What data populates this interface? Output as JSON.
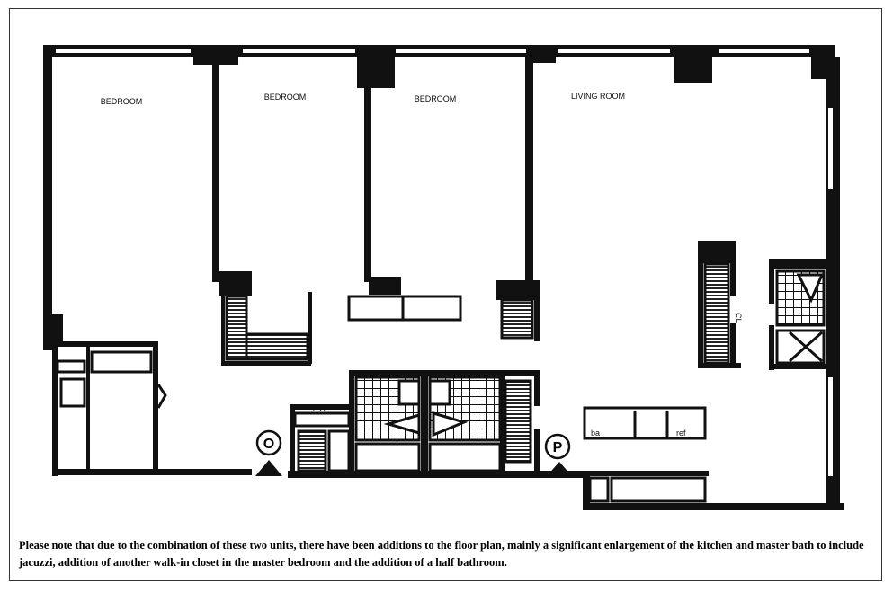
{
  "rooms": [
    {
      "label": "BEDROOM"
    },
    {
      "label": "BEDROOM"
    },
    {
      "label": "BEDROOM"
    },
    {
      "label": "LIVING ROOM"
    }
  ],
  "fixtures": {
    "linen_closet": "L.C.",
    "closet": "CL",
    "dishwasher": "ba",
    "refrigerator": "ref"
  },
  "markers": {
    "unit_o": "O",
    "unit_p": "P"
  },
  "note": "Please note that due to the combination of these two units, there have been additions to the floor plan, mainly a significant enlargement of the kitchen and master bath to include jacuzzi, addition of another walk-in closet in the master bedroom and the addition of a half bathroom."
}
